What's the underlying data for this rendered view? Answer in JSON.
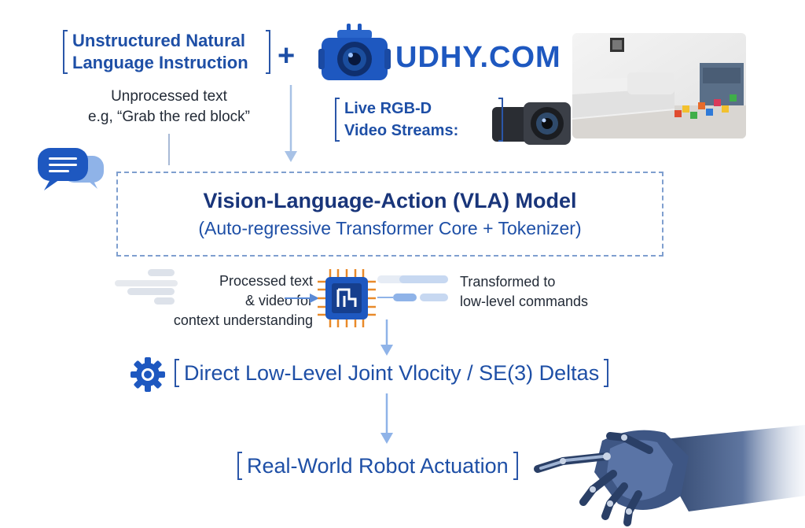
{
  "instruction": {
    "heading_line1": "Unstructured Natural",
    "heading_line2": "Language Instruction",
    "desc_line1": "Unprocessed text",
    "desc_line2": "e.g, “Grab the red block”"
  },
  "plus_sign": "+",
  "brand_text": "UDHY.COM",
  "video": {
    "line1": "Live RGB-D",
    "line2": "Video Streams:"
  },
  "model": {
    "title": "Vision-Language-Action (VLA) Model",
    "subtitle": "(Auto-regressive Transformer Core + Tokenizer)"
  },
  "processing": {
    "left_line1": "Processed text",
    "left_line2": "& video for",
    "left_line3": "context understanding",
    "right_line1": "Transformed to",
    "right_line2": "low-level commands"
  },
  "output": {
    "deltas": "Direct Low-Level Joint Vlocity / SE(3) Deltas",
    "actuation": "Real-World Robot Actuation"
  },
  "colors": {
    "primary_blue": "#1e4fa6",
    "dark_navy": "#19357a",
    "chip_orange": "#e88a2a",
    "arrow_blue": "#a8c2e6"
  }
}
